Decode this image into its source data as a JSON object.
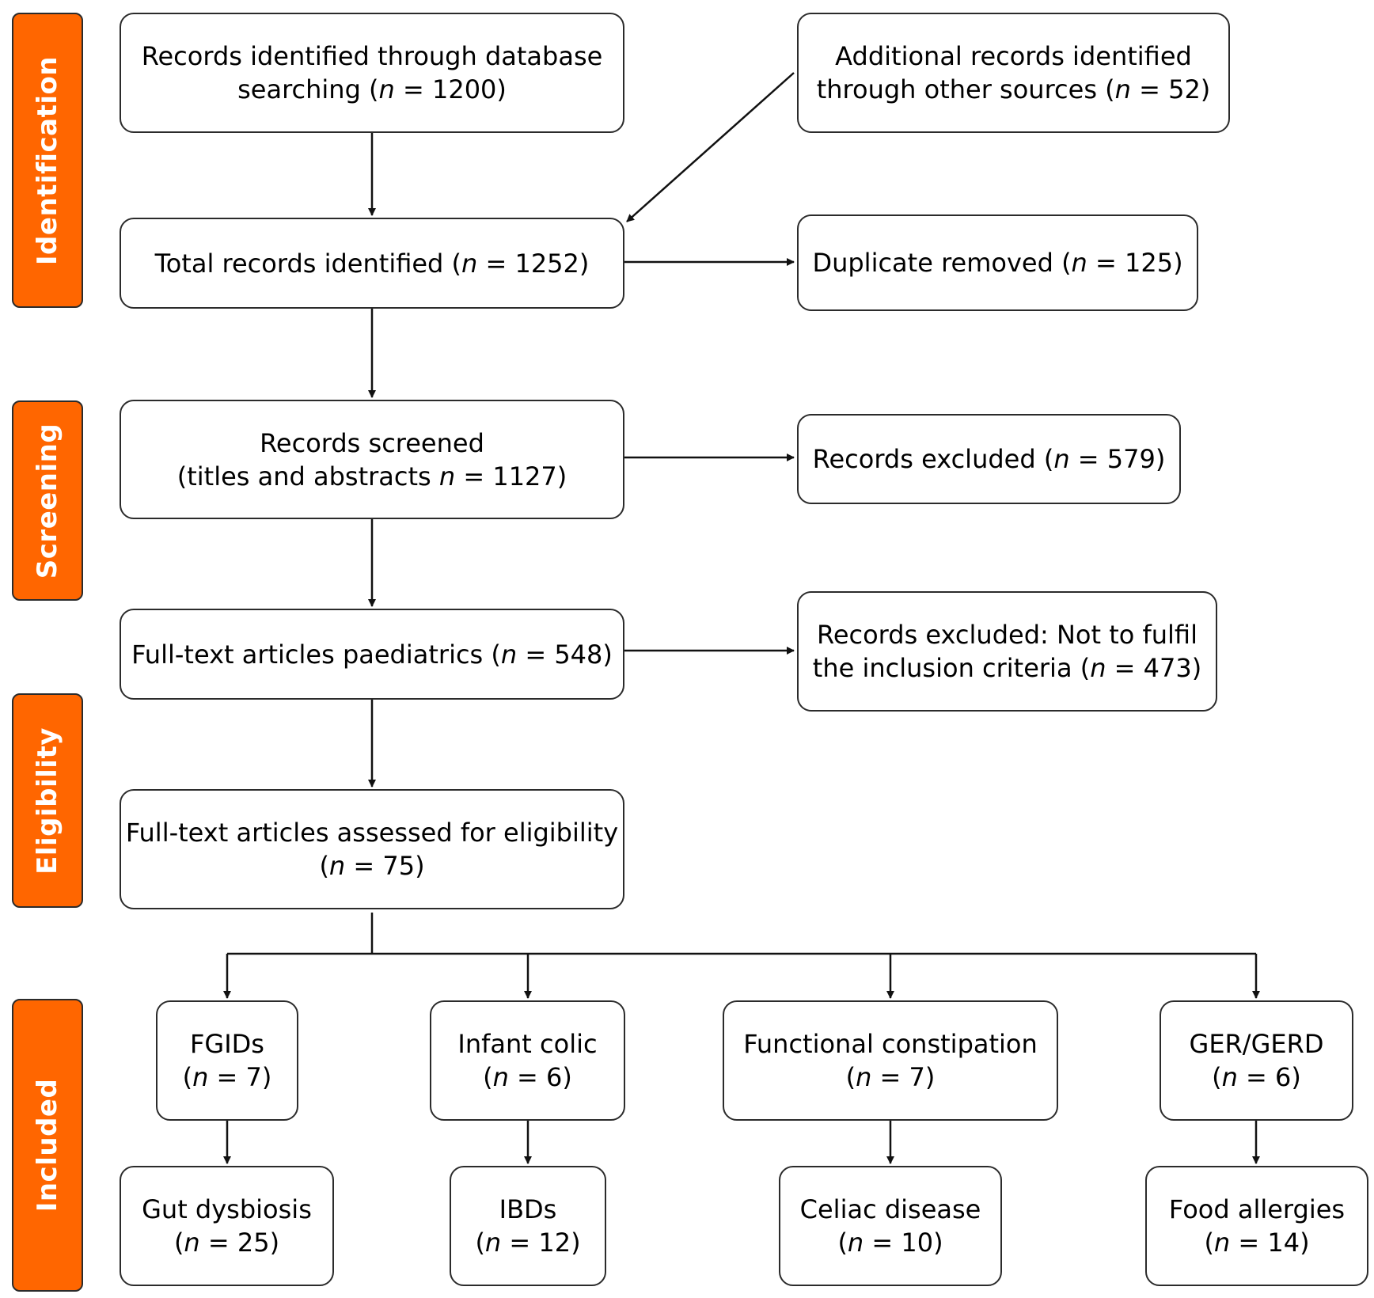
{
  "phases": {
    "identification": "Identification",
    "screening": "Screening",
    "eligibility": "Eligibility",
    "included": "Included"
  },
  "nodes": {
    "database": {
      "line1": "Records identified through database",
      "line2_pre": "searching (",
      "n_symbol": "n",
      "line2_post": " = 1200)"
    },
    "other_sources": {
      "line1": "Additional records identified",
      "line2_pre": "through other sources (",
      "n_symbol": "n",
      "line2_post": " = 52)"
    },
    "total": {
      "line1_pre": "Total records identified (",
      "n_symbol": "n",
      "line1_post": " = 1252)"
    },
    "duplicate": {
      "line1_pre": "Duplicate removed (",
      "n_symbol": "n",
      "line1_post": " = 125)"
    },
    "screened": {
      "line1": "Records screened",
      "line2_pre": "(titles and abstracts ",
      "n_symbol": "n",
      "line2_post": " = 1127)"
    },
    "excluded_screen": {
      "line1_pre": "Records excluded (",
      "n_symbol": "n",
      "line1_post": " = 579)"
    },
    "fulltext_paed": {
      "line1_pre": "Full-text articles paediatrics (",
      "n_symbol": "n",
      "line1_post": " = 548)"
    },
    "excluded_criteria": {
      "line1": "Records excluded: Not to fulfil",
      "line2_pre": "the inclusion criteria (",
      "n_symbol": "n",
      "line2_post": " = 473)"
    },
    "eligibility": {
      "line1": "Full-text articles assessed for eligibility",
      "line2_pre": "(",
      "n_symbol": "n",
      "line2_post": " = 75)"
    },
    "fgids": {
      "line1": "FGIDs",
      "line2_pre": "(",
      "n_symbol": "n",
      "line2_post": " = 7)"
    },
    "infant_colic": {
      "line1": "Infant colic",
      "line2_pre": "(",
      "n_symbol": "n",
      "line2_post": " = 6)"
    },
    "functional_constipation": {
      "line1": "Functional constipation",
      "line2_pre": "(",
      "n_symbol": "n",
      "line2_post": " = 7)"
    },
    "ger_gerd": {
      "line1": "GER/GERD",
      "line2_pre": "(",
      "n_symbol": "n",
      "line2_post": " = 6)"
    },
    "gut_dysbiosis": {
      "line1": "Gut dysbiosis",
      "line2_pre": "(",
      "n_symbol": "n",
      "line2_post": " = 25)"
    },
    "ibds": {
      "line1": "IBDs",
      "line2_pre": "(",
      "n_symbol": "n",
      "line2_post": " = 12)"
    },
    "celiac": {
      "line1": "Celiac disease",
      "line2_pre": "(",
      "n_symbol": "n",
      "line2_post": " = 10)"
    },
    "food_allergies": {
      "line1": "Food allergies",
      "line2_pre": "(",
      "n_symbol": "n",
      "line2_post": " = 14)"
    }
  },
  "colors": {
    "phase_fill": "#ff6600",
    "phase_text": "#ffffff",
    "stroke": "#2b2b2b"
  }
}
